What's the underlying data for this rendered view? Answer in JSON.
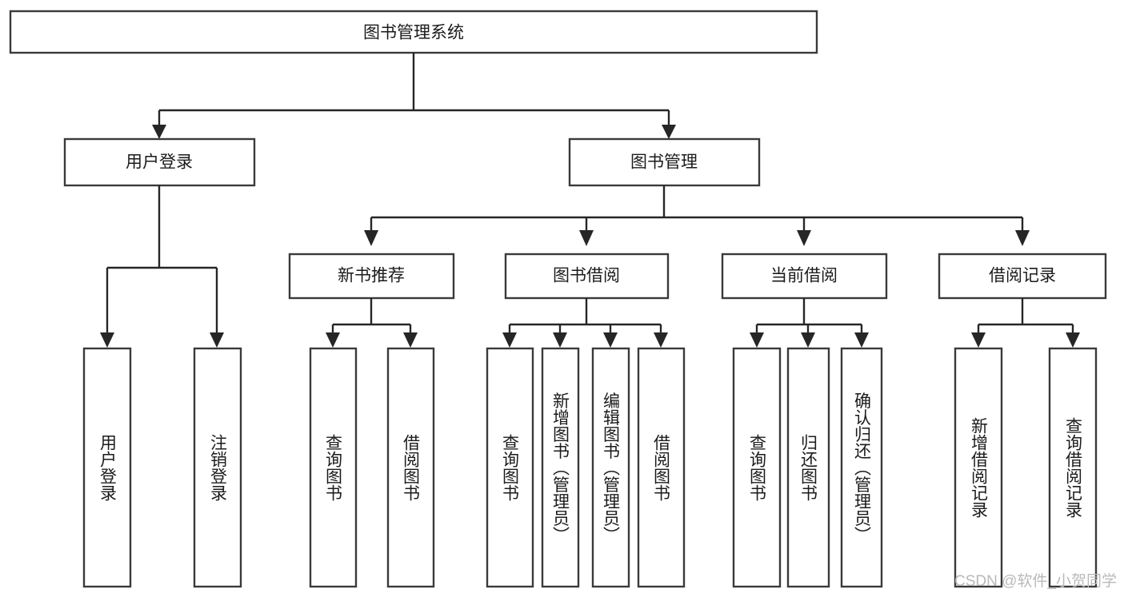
{
  "diagram": {
    "type": "tree-hierarchy",
    "title": "图书管理系统",
    "root": {
      "id": "root",
      "label": "图书管理系统",
      "orientation": "horizontal"
    },
    "level2": [
      {
        "id": "user-login",
        "label": "用户登录",
        "orientation": "horizontal"
      },
      {
        "id": "book-manage",
        "label": "图书管理",
        "orientation": "horizontal"
      }
    ],
    "level3": [
      {
        "id": "new-book-recommend",
        "label": "新书推荐",
        "orientation": "horizontal",
        "parent": "book-manage"
      },
      {
        "id": "book-borrow",
        "label": "图书借阅",
        "orientation": "horizontal",
        "parent": "book-manage"
      },
      {
        "id": "current-borrow",
        "label": "当前借阅",
        "orientation": "horizontal",
        "parent": "book-manage"
      },
      {
        "id": "borrow-record",
        "label": "借阅记录",
        "orientation": "horizontal",
        "parent": "book-manage"
      }
    ],
    "leaves": [
      {
        "id": "leaf-user-login",
        "label": "用户登录",
        "orientation": "vertical",
        "parent": "user-login"
      },
      {
        "id": "leaf-user-logout",
        "label": "注销登录",
        "orientation": "vertical",
        "parent": "user-login"
      },
      {
        "id": "leaf-query-book-1",
        "label": "查询图书",
        "orientation": "vertical",
        "parent": "new-book-recommend"
      },
      {
        "id": "leaf-borrow-book-1",
        "label": "借阅图书",
        "orientation": "vertical",
        "parent": "new-book-recommend"
      },
      {
        "id": "leaf-query-book-2",
        "label": "查询图书",
        "orientation": "vertical",
        "parent": "book-borrow"
      },
      {
        "id": "leaf-add-book",
        "label": "新增图书（管理员）",
        "orientation": "vertical",
        "parent": "book-borrow"
      },
      {
        "id": "leaf-edit-book",
        "label": "编辑图书（管理员）",
        "orientation": "vertical",
        "parent": "book-borrow"
      },
      {
        "id": "leaf-borrow-book-2",
        "label": "借阅图书",
        "orientation": "vertical",
        "parent": "book-borrow"
      },
      {
        "id": "leaf-query-book-3",
        "label": "查询图书",
        "orientation": "vertical",
        "parent": "current-borrow"
      },
      {
        "id": "leaf-return-book",
        "label": "归还图书",
        "orientation": "vertical",
        "parent": "current-borrow"
      },
      {
        "id": "leaf-confirm-return",
        "label": "确认归还（管理员）",
        "orientation": "vertical",
        "parent": "current-borrow"
      },
      {
        "id": "leaf-add-record",
        "label": "新增借阅记录",
        "orientation": "vertical",
        "parent": "borrow-record"
      },
      {
        "id": "leaf-query-record",
        "label": "查询借阅记录",
        "orientation": "vertical",
        "parent": "borrow-record"
      }
    ]
  },
  "watermark": {
    "text": "CSDN @软件_小贺同学"
  },
  "colors": {
    "box_stroke": "#3a3a3a",
    "connector": "#262626",
    "text": "#1b1b1b",
    "background": "#ffffff",
    "watermark": "#b9b9b9"
  }
}
